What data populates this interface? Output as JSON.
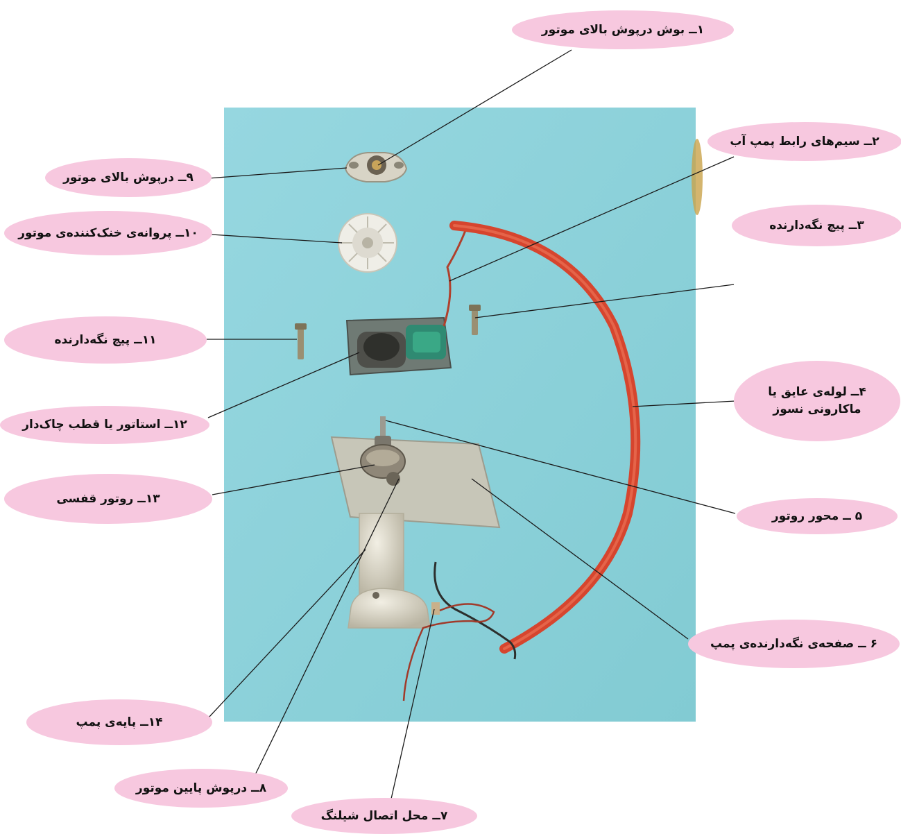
{
  "colors": {
    "photo_background": "#8fd3dc",
    "label_fill": "#f7c8df",
    "leader_line": "#1a1a1a",
    "tube": "#d6452e"
  },
  "labels": {
    "l1": "۱ــ بوش درپوش بالای موتور",
    "l2": "۲ــ سیم‌های رابط پمپ آب",
    "l3": "۳ــ پیچ نگه‌دارنده",
    "l4": "۴ــ لوله‌ی عایق یا ماکارونی نسوز",
    "l5": "۵ ــ محور روتور",
    "l6": "۶ ــ صفحه‌ی نگه‌دارنده‌ی پمپ",
    "l7": "۷ــ محل اتصال شیلنگ",
    "l8": "۸ــ درپوش پایین موتور",
    "l9": "۹ــ درپوش بالای موتور",
    "l10": "۱۰ــ پروانه‌ی خنک‌کننده‌ی موتور",
    "l11": "۱۱ــ پیچ نگه‌دارنده",
    "l12": "۱۲ــ استاتور یا قطب چاک‌دار",
    "l13": "۱۳ــ روتور قفسی",
    "l14": "۱۴ــ پایه‌ی پمپ"
  }
}
